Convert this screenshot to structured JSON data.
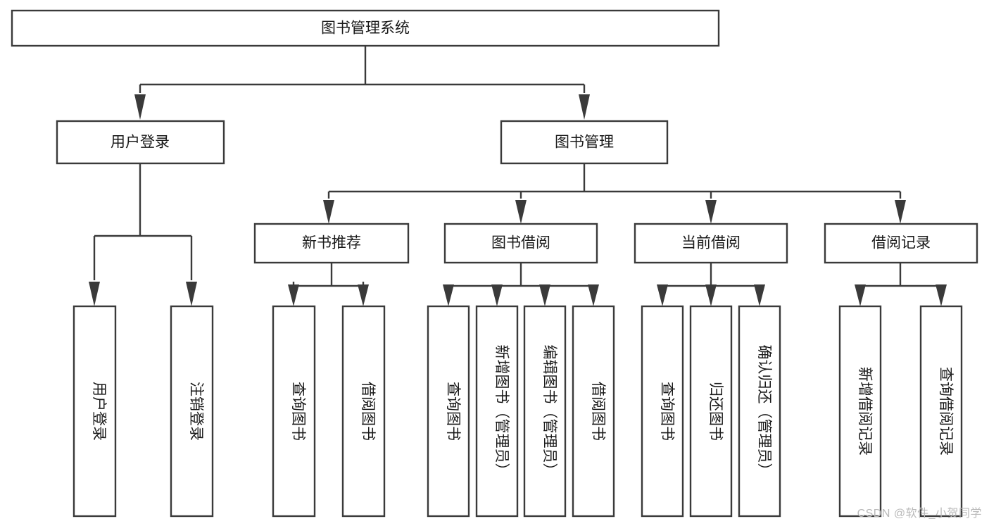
{
  "diagram": {
    "title": "图书管理系统",
    "watermark": "CSDN @软件_小贺同学",
    "colors": {
      "background": "#ffffff",
      "stroke": "#3a3a3a",
      "node_fill": "#ffffff",
      "text": "#1a1a1a",
      "watermark": "#b9b9b9"
    },
    "root": {
      "label": "图书管理系统"
    },
    "level2": [
      {
        "label": "用户登录"
      },
      {
        "label": "图书管理"
      }
    ],
    "level3": [
      {
        "label": "新书推荐"
      },
      {
        "label": "图书借阅"
      },
      {
        "label": "当前借阅"
      },
      {
        "label": "借阅记录"
      }
    ],
    "leaves": {
      "user_login": [
        {
          "label": "用户登录"
        },
        {
          "label": "注销登录"
        }
      ],
      "new_book": [
        {
          "label": "查询图书"
        },
        {
          "label": "借阅图书"
        }
      ],
      "borrow_book": [
        {
          "label": "查询图书"
        },
        {
          "label": "新增图书（管理员）"
        },
        {
          "label": "编辑图书（管理员）"
        },
        {
          "label": "借阅图书"
        }
      ],
      "current_borrow": [
        {
          "label": "查询图书"
        },
        {
          "label": "归还图书"
        },
        {
          "label": "确认归还（管理员）"
        }
      ],
      "borrow_record": [
        {
          "label": "新增借阅记录"
        },
        {
          "label": "查询借阅记录"
        }
      ]
    }
  }
}
